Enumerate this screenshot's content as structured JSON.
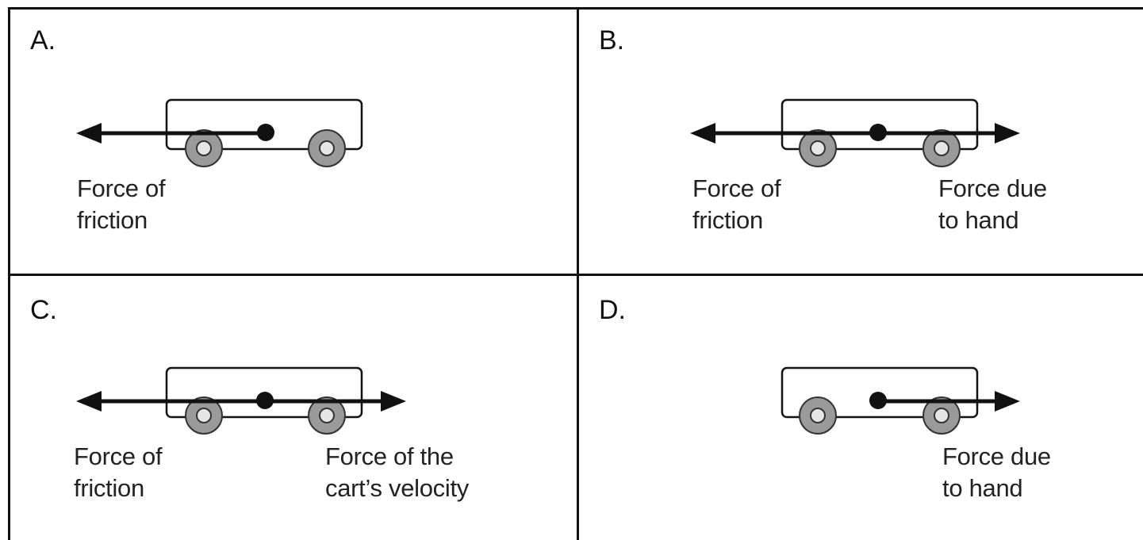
{
  "panels": {
    "a": {
      "letter": "A.",
      "labels": [
        {
          "line1": "Force of",
          "line2": "friction"
        }
      ]
    },
    "b": {
      "letter": "B.",
      "labels": [
        {
          "line1": "Force of",
          "line2": "friction"
        },
        {
          "line1": "Force due",
          "line2": "to hand"
        }
      ]
    },
    "c": {
      "letter": "C.",
      "labels": [
        {
          "line1": "Force of",
          "line2": "friction"
        },
        {
          "line1": "Force of the",
          "line2": "cart’s velocity"
        }
      ]
    },
    "d": {
      "letter": "D.",
      "labels": [
        {
          "line1": "Force due",
          "line2": "to hand"
        }
      ]
    }
  },
  "colors": {
    "line": "#111111",
    "wheel_fill": "#9a9a9a",
    "wheel_hub": "#e6e6e6"
  }
}
